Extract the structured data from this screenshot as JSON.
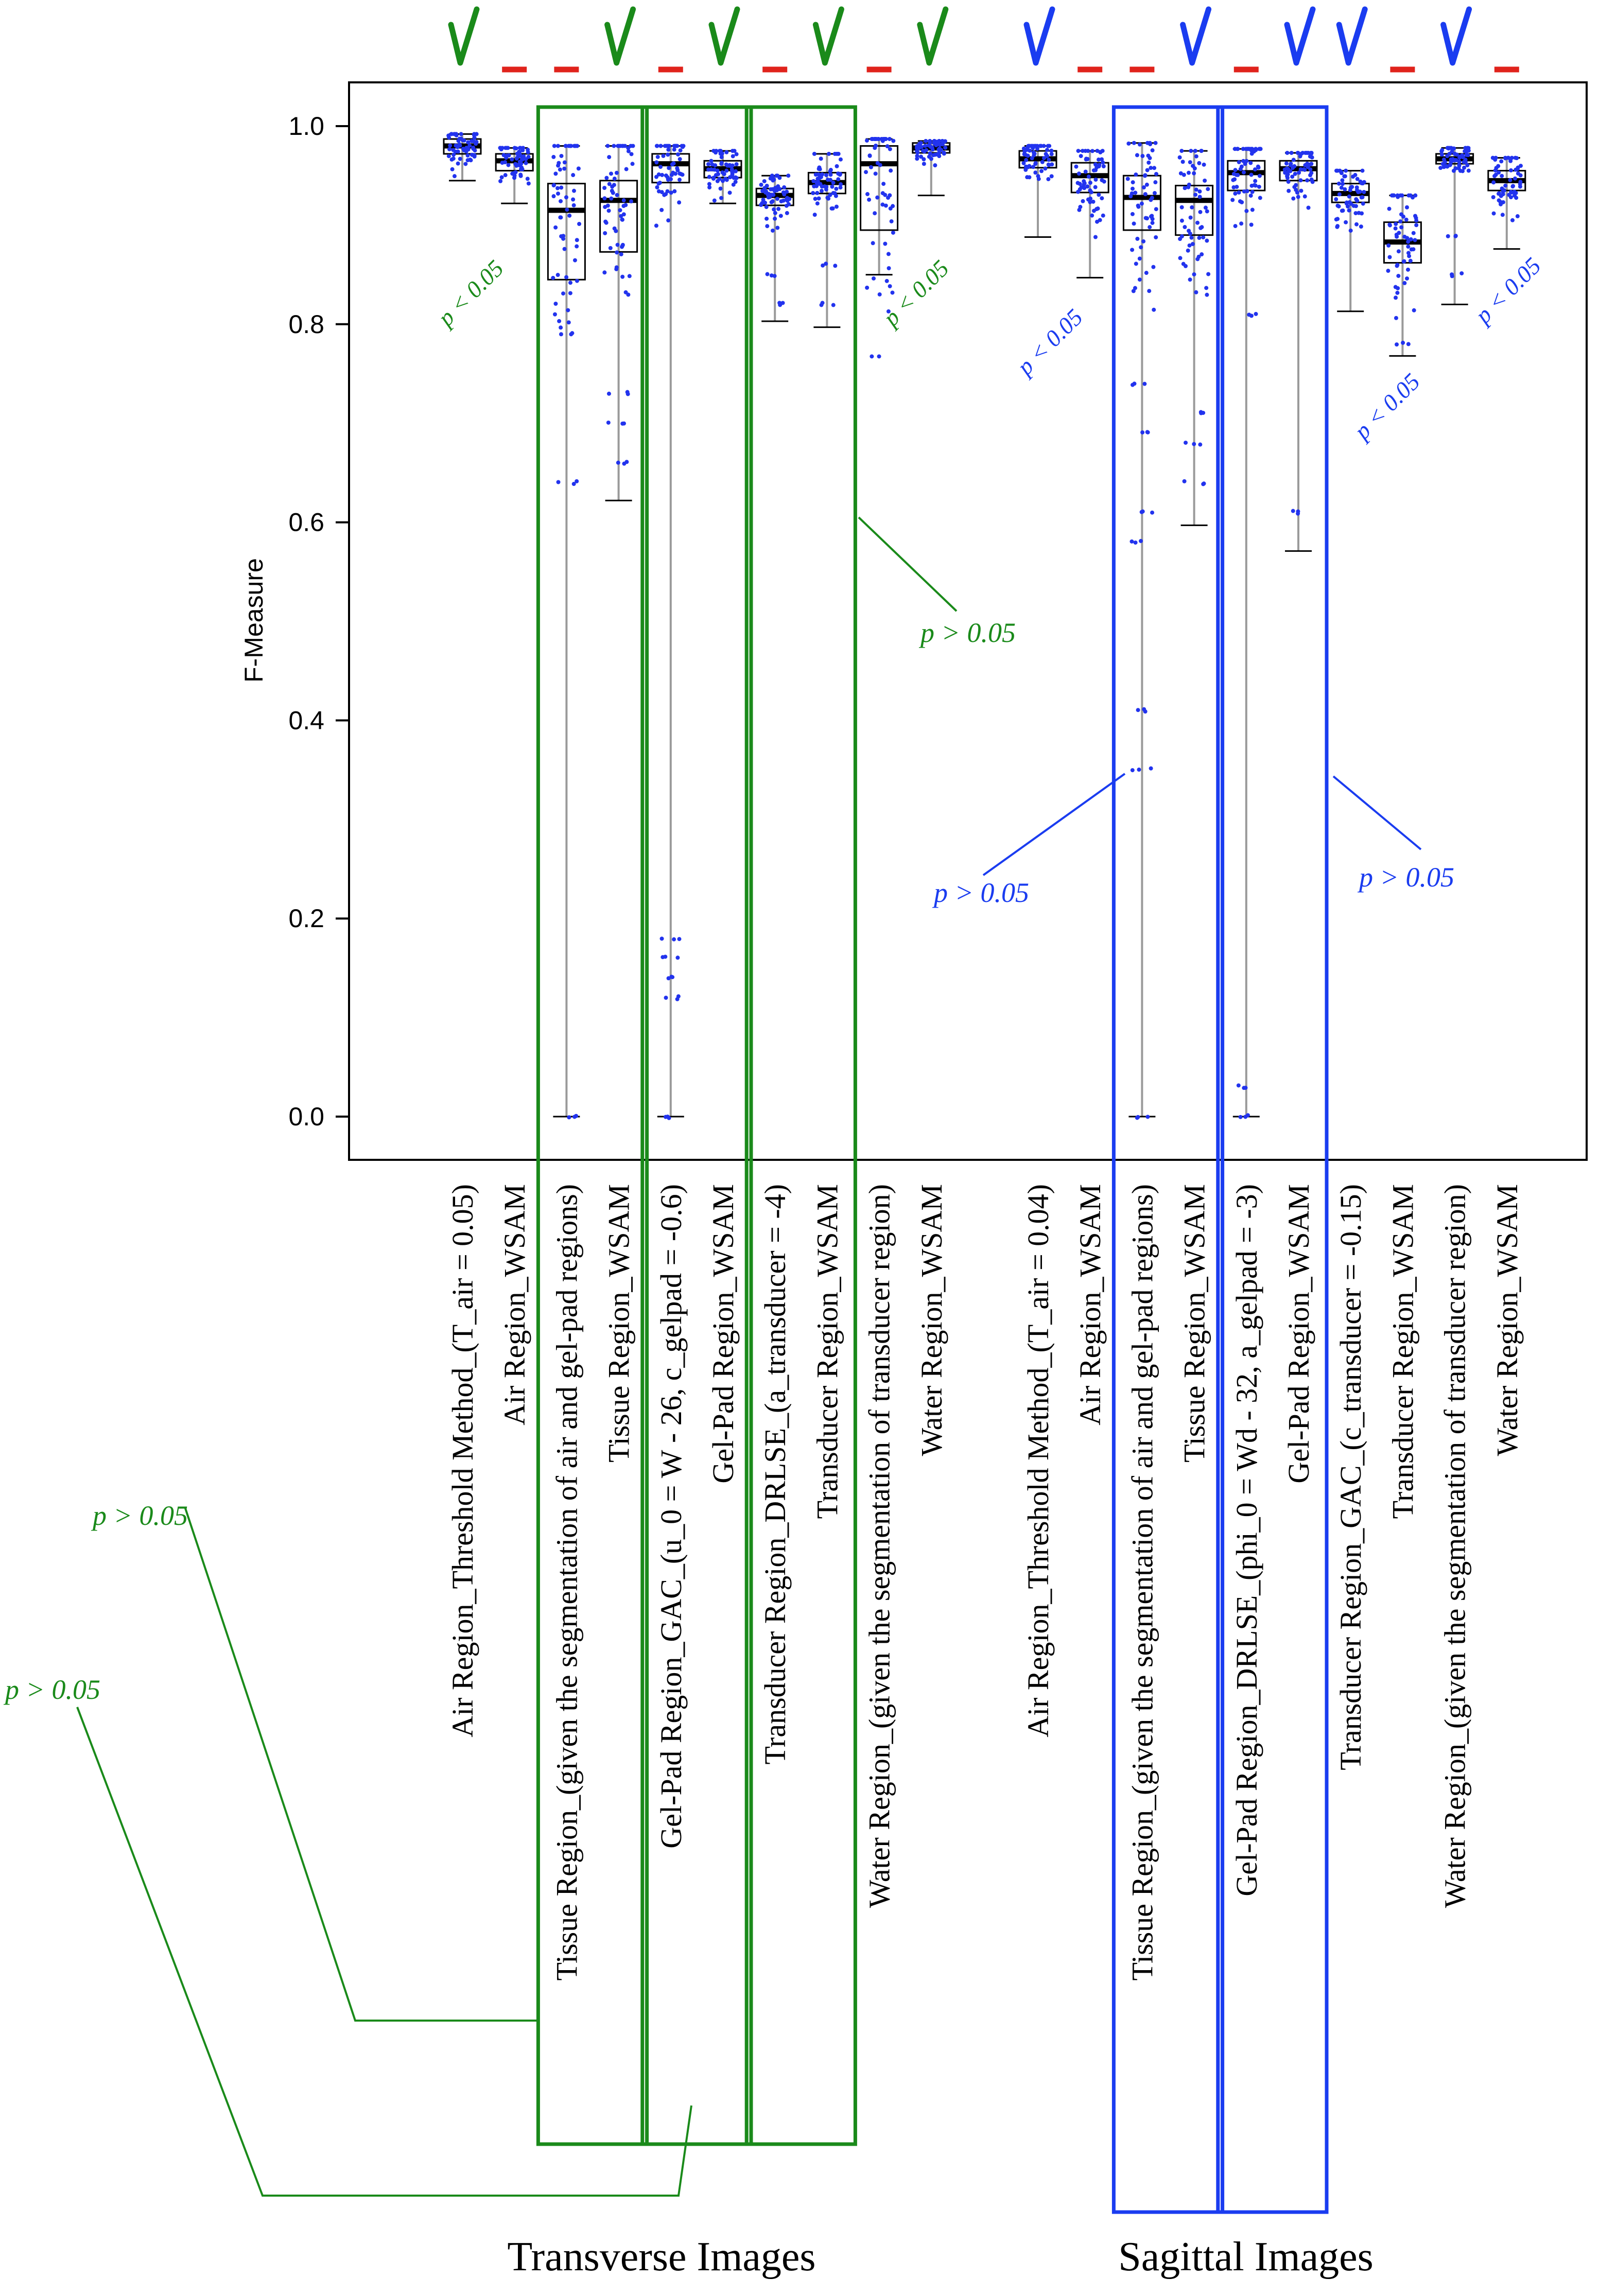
{
  "chart_data": {
    "type": "box",
    "ylabel": "F-Measure",
    "ylim": [
      0,
      1.05
    ],
    "yticks": [
      "0.0",
      "0.2",
      "0.4",
      "0.6",
      "0.8",
      "1.0"
    ],
    "grid": false,
    "colors": {
      "green": "#1a8a1a",
      "blue": "#1a3cf0",
      "red": "#e0231c",
      "points": "#2233ee"
    },
    "groups": [
      {
        "label": "Transverse Images",
        "color": "green"
      },
      {
        "label": "Sagittal Images",
        "color": "blue"
      }
    ],
    "categories": [
      {
        "label": "Air Region_Threshold Method_(T_air = 0.05)",
        "group": 0,
        "mark": "check",
        "stats": {
          "min": 0.945,
          "q1": 0.972,
          "median": 0.98,
          "q3": 0.987,
          "max": 0.992
        },
        "outliers": []
      },
      {
        "label": "Air Region_WSAM",
        "group": 0,
        "mark": "dash",
        "stats": {
          "min": 0.922,
          "q1": 0.955,
          "median": 0.965,
          "q3": 0.972,
          "max": 0.978
        },
        "outliers": []
      },
      {
        "label": "Tissue Region_(given the segmentation of air and gel-pad regions)",
        "group": 0,
        "mark": "dash",
        "stats": {
          "min": 0.0,
          "q1": 0.845,
          "median": 0.915,
          "q3": 0.942,
          "max": 0.98
        },
        "outliers": [
          0.0,
          0.64,
          0.79
        ]
      },
      {
        "label": "Tissue Region_WSAM",
        "group": 0,
        "mark": "check",
        "stats": {
          "min": 0.622,
          "q1": 0.873,
          "median": 0.925,
          "q3": 0.945,
          "max": 0.98
        },
        "outliers": [
          0.66,
          0.7,
          0.73
        ]
      },
      {
        "label": "Gel-Pad Region_GAC_(u_0 = W - 26, c_gelpad = -0.6)",
        "group": 0,
        "mark": "dash",
        "stats": {
          "min": 0.0,
          "q1": 0.943,
          "median": 0.962,
          "q3": 0.972,
          "max": 0.98
        },
        "outliers": [
          0.0,
          0.12,
          0.14,
          0.16,
          0.18
        ]
      },
      {
        "label": "Gel-Pad Region_WSAM",
        "group": 0,
        "mark": "check",
        "stats": {
          "min": 0.922,
          "q1": 0.948,
          "median": 0.957,
          "q3": 0.965,
          "max": 0.975
        },
        "outliers": []
      },
      {
        "label": "Transducer Region_DRLSE_(a_transducer = -4)",
        "group": 0,
        "mark": "dash",
        "stats": {
          "min": 0.803,
          "q1": 0.92,
          "median": 0.93,
          "q3": 0.937,
          "max": 0.95
        },
        "outliers": [
          0.82,
          0.85
        ]
      },
      {
        "label": "Transducer Region_WSAM",
        "group": 0,
        "mark": "check",
        "stats": {
          "min": 0.797,
          "q1": 0.932,
          "median": 0.943,
          "q3": 0.953,
          "max": 0.972
        },
        "outliers": [
          0.82,
          0.86
        ]
      },
      {
        "label": "Water Region_(given the segmentation of transducer region)",
        "group": 0,
        "mark": "dash",
        "stats": {
          "min": 0.85,
          "q1": 0.895,
          "median": 0.962,
          "q3": 0.98,
          "max": 0.987
        },
        "outliers": []
      },
      {
        "label": "Water Region_WSAM",
        "group": 0,
        "mark": "check",
        "stats": {
          "min": 0.93,
          "q1": 0.973,
          "median": 0.978,
          "q3": 0.983,
          "max": 0.985
        },
        "outliers": []
      },
      {
        "label": "Air Region_Threshold Method_(T_air = 0.04)",
        "group": 1,
        "mark": "check",
        "stats": {
          "min": 0.888,
          "q1": 0.958,
          "median": 0.967,
          "q3": 0.975,
          "max": 0.98
        },
        "outliers": []
      },
      {
        "label": "Air Region_WSAM",
        "group": 1,
        "mark": "dash",
        "stats": {
          "min": 0.847,
          "q1": 0.933,
          "median": 0.95,
          "q3": 0.963,
          "max": 0.975
        },
        "outliers": []
      },
      {
        "label": "Tissue Region_(given the segmentation of air and gel-pad regions)",
        "group": 1,
        "mark": "dash",
        "stats": {
          "min": 0.0,
          "q1": 0.895,
          "median": 0.928,
          "q3": 0.95,
          "max": 0.983
        },
        "outliers": [
          0.0,
          0.35,
          0.41,
          0.58,
          0.61,
          0.69,
          0.74
        ]
      },
      {
        "label": "Tissue Region_WSAM",
        "group": 1,
        "mark": "check",
        "stats": {
          "min": 0.597,
          "q1": 0.89,
          "median": 0.925,
          "q3": 0.94,
          "max": 0.975
        },
        "outliers": [
          0.64,
          0.68,
          0.71
        ]
      },
      {
        "label": "Gel-Pad Region_DRLSE_(phi_0 = Wd - 32, a_gelpad = -3)",
        "group": 1,
        "mark": "dash",
        "stats": {
          "min": 0.0,
          "q1": 0.935,
          "median": 0.953,
          "q3": 0.965,
          "max": 0.977
        },
        "outliers": [
          0.0,
          0.03,
          0.81
        ]
      },
      {
        "label": "Gel-Pad Region_WSAM",
        "group": 1,
        "mark": "check",
        "stats": {
          "min": 0.571,
          "q1": 0.945,
          "median": 0.957,
          "q3": 0.965,
          "max": 0.973
        },
        "outliers": [
          0.61
        ]
      },
      {
        "label": "Transducer Region_GAC_(c_transducer = -0.15)",
        "group": 1,
        "mark": "check",
        "stats": {
          "min": 0.813,
          "q1": 0.923,
          "median": 0.932,
          "q3": 0.942,
          "max": 0.955
        },
        "outliers": []
      },
      {
        "label": "Transducer Region_WSAM",
        "group": 1,
        "mark": "dash",
        "stats": {
          "min": 0.768,
          "q1": 0.862,
          "median": 0.883,
          "q3": 0.903,
          "max": 0.93
        },
        "outliers": [
          0.78
        ]
      },
      {
        "label": "Water Region_(given the segmentation of transducer region)",
        "group": 1,
        "mark": "check",
        "stats": {
          "min": 0.82,
          "q1": 0.962,
          "median": 0.967,
          "q3": 0.972,
          "max": 0.978
        },
        "outliers": [
          0.85,
          0.89
        ]
      },
      {
        "label": "Water Region_WSAM",
        "group": 1,
        "mark": "dash",
        "stats": {
          "min": 0.876,
          "q1": 0.935,
          "median": 0.945,
          "q3": 0.955,
          "max": 0.968
        },
        "outliers": []
      }
    ],
    "significance_boxes": [
      {
        "group": 0,
        "categories": [
          2,
          3
        ],
        "label": "p > 0.05"
      },
      {
        "group": 0,
        "categories": [
          4,
          5
        ],
        "label": "p > 0.05"
      },
      {
        "group": 0,
        "categories": [
          6,
          7
        ],
        "label": "p > 0.05"
      },
      {
        "group": 1,
        "categories": [
          12,
          13
        ],
        "label": "p > 0.05"
      },
      {
        "group": 1,
        "categories": [
          14,
          15
        ],
        "label": "p > 0.05"
      }
    ],
    "annotations": [
      {
        "text": "p < 0.05",
        "group": 0,
        "pair": [
          0,
          1
        ]
      },
      {
        "text": "p < 0.05",
        "group": 0,
        "pair": [
          8,
          9
        ]
      },
      {
        "text": "p < 0.05",
        "group": 1,
        "pair": [
          10,
          11
        ]
      },
      {
        "text": "p < 0.05",
        "group": 1,
        "pair": [
          16,
          17
        ]
      },
      {
        "text": "p < 0.05",
        "group": 1,
        "pair": [
          18,
          19
        ]
      }
    ]
  }
}
